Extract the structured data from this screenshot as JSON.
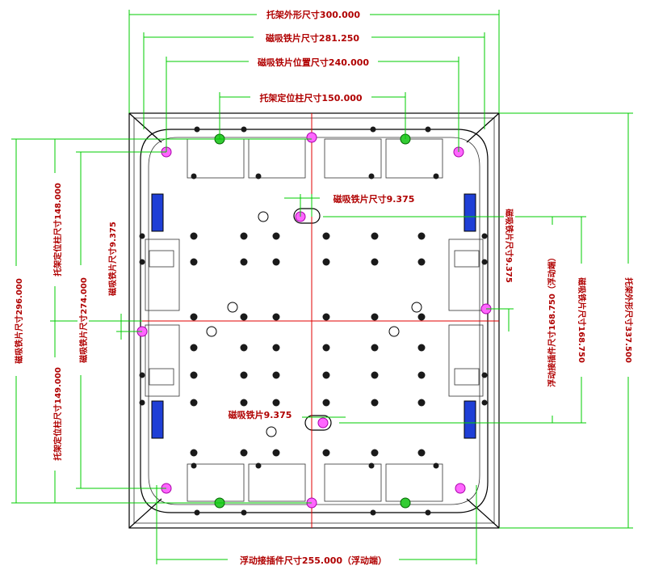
{
  "dimensions": {
    "tray_outer_width": "托架外形尺寸300.000",
    "magnet_plate_width": "磁吸铁片尺寸281.250",
    "magnet_plate_position": "磁吸铁片位置尺寸240.000",
    "tray_locating_pin": "托架定位柱尺寸150.000",
    "magnet_plate_small_top": "磁吸铁片尺寸9.375",
    "magnet_plate_small_bottom": "磁吸铁片9.375",
    "floating_connector_width": "浮动接插件尺寸255.000（浮动端）",
    "left_magnet_296": "磁吸铁片尺寸296.000",
    "left_locating_148": "托架定位柱尺寸148.000",
    "left_magnet_274": "磁吸铁片尺寸274.000",
    "left_magnet_9375": "磁吸铁片尺寸9.375",
    "left_locating_149": "托架定位柱尺寸149.000",
    "right_magnet_9375": "磁吸铁片尺寸9.375",
    "right_floating_168": "浮动接插件尺寸168.750（浮动端）",
    "right_magnet_168": "磁吸铁片尺寸168.750",
    "tray_outer_height": "托架外形尺寸337.500"
  },
  "colors": {
    "dimension_line": "#00cc00",
    "dimension_text": "#b00000",
    "center_line": "#e00000",
    "magnet_pin": "#ff66ff",
    "locating_pin": "#33cc33",
    "blue_pad": "#1f3fd6"
  }
}
